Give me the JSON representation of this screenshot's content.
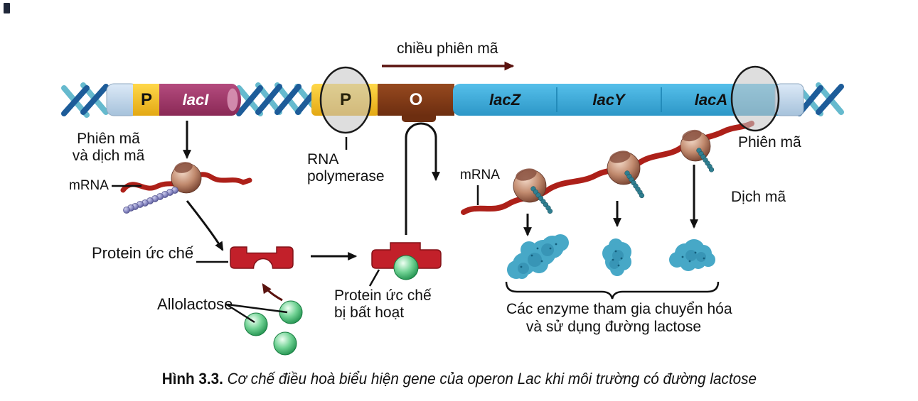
{
  "figure": {
    "caption": {
      "prefix": "Hình 3.3.",
      "text": " Cơ chế điều hoà biểu hiện gene của operon Lac khi môi trường có đường lactose"
    }
  },
  "dna_bar": {
    "promoter_left": "P",
    "laci_gene": "lacI",
    "promoter_main": "P",
    "operator": "O",
    "lacz_gene": "lacZ",
    "lacy_gene": "lacY",
    "laca_gene": "lacA"
  },
  "labels": {
    "transcription_direction": "chiều phiên mã",
    "transcription_and_translation": [
      "Phiên mã",
      "và dịch mã"
    ],
    "mrna_left": "mRNA",
    "repressor_protein": "Protein ức chế",
    "allolactose": "Allolactose",
    "rna_polymerase": [
      "RNA",
      "polymerase"
    ],
    "inactivated_repressor": [
      "Protein ức chế",
      "bị bất hoạt"
    ],
    "mrna_right": "mRNA",
    "transcription_right": "Phiên mã",
    "translation_right": "Dịch mã",
    "enzymes_caption": [
      "Các enzyme tham gia chuyển hóa",
      "và sử dụng đường lactose"
    ]
  },
  "colors": {
    "dna_gene_blue": "#3BADDC",
    "promoter_yellow": "#F2C126",
    "laci_magenta": "#A23A6B",
    "operator_brown": "#83401E",
    "repressor_red": "#C2202A",
    "allolactose_green": "#3FAE63",
    "mrna_red": "#AD2019",
    "enzyme_blue": "#46A6C6",
    "helix_dark": "#1D5C99",
    "helix_teal": "#66BACE",
    "direction_arrow_maroon": "#5A120E"
  }
}
